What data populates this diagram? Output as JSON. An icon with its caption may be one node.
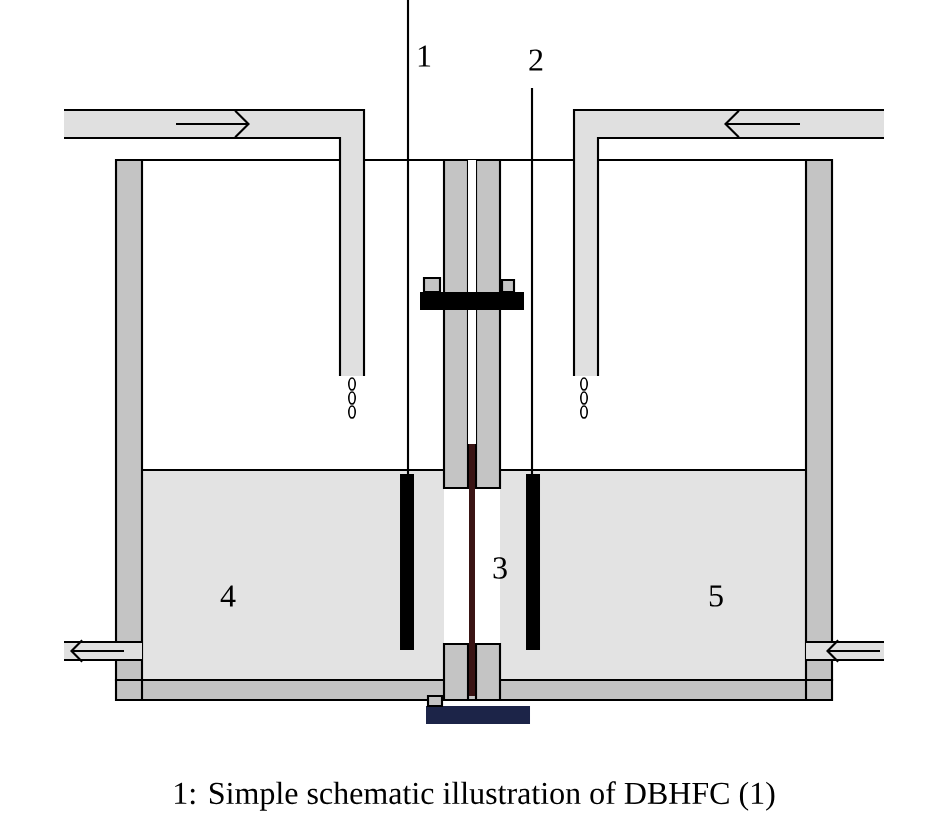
{
  "diagram": {
    "caption": "1: Simple schematic illustration of DBHFC (1)",
    "labels": [
      "1",
      "2",
      "3",
      "4",
      "5"
    ]
  }
}
